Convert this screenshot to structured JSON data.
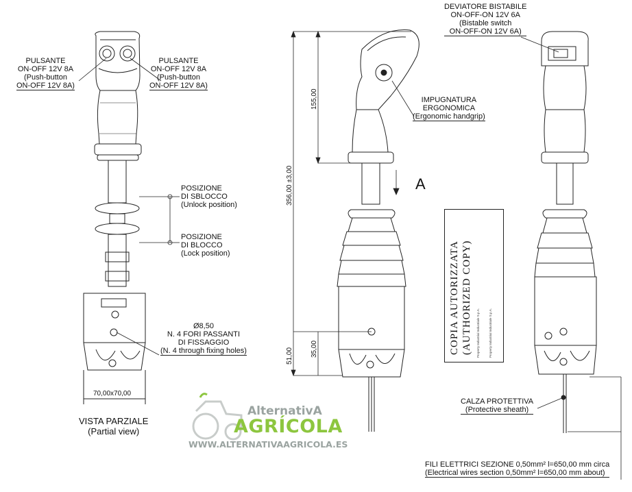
{
  "labels": {
    "pulsante_left": {
      "l1": "PULSANTE",
      "l2": "ON-OFF 12V 8A",
      "l3": "(Push-button",
      "l4": "ON-OFF 12V 8A)"
    },
    "pulsante_right": {
      "l1": "PULSANTE",
      "l2": "ON-OFF 12V 8A",
      "l3": "(Push-button",
      "l4": "ON-OFF 12V 8A)"
    },
    "deviatore": {
      "l1": "DEVIATORE BISTABILE",
      "l2": "ON-OFF-ON 12V 6A",
      "l3": "(Bistable switch",
      "l4": "ON-OFF-ON 12V 6A)"
    },
    "impugnatura": {
      "l1": "IMPUGNATURA",
      "l2": "ERGONOMICA",
      "l3": "(Ergonomic handgrip)"
    },
    "sblocco": {
      "l1": "POSIZIONE",
      "l2": "DI SBLOCCO",
      "l3": "(Unlock position)"
    },
    "blocco": {
      "l1": "POSIZIONE",
      "l2": "DI BLOCCO",
      "l3": "(Lock position)"
    },
    "fori": {
      "l1": "Ø8,50",
      "l2": "N. 4 FORI PASSANTI",
      "l3": "DI FISSAGGIO",
      "l4": "(N. 4 through fixing holes)"
    },
    "vista": {
      "l1": "VISTA PARZIALE",
      "l2": "(Partial view)"
    },
    "calza": {
      "l1": "CALZA PROTETTIVA",
      "l2": "(Protective sheath)"
    },
    "fili": {
      "l1": "FILI ELETTRICI SEZIONE 0,50mm² l=650,00 mm circa",
      "l2": "(Electrical wires section 0,50mm² l=650,00 mm about)"
    },
    "view_letter": "A"
  },
  "dimensions": {
    "base": "70,00x70,00",
    "total": "356,00 ±3,00",
    "grip": "155,00",
    "bottom": "51,00",
    "hole": "35,00"
  },
  "stamp": {
    "line1": "COPIA AUTORIZZATA",
    "line2": "(AUTHORIZED COPY)",
    "small1": "Property Industrial Industriale S.p.A.",
    "small2": "Property Industrial Industriale S.p.A."
  },
  "watermark": {
    "line1": "AlternativA",
    "line2": "AGRÍCOLA",
    "line3": "WWW.ALTERNATIVAAGRICOLA.ES"
  },
  "colors": {
    "line": "#222222",
    "brand_green": "#8dc63f",
    "brand_grey": "#9aa3a0"
  }
}
